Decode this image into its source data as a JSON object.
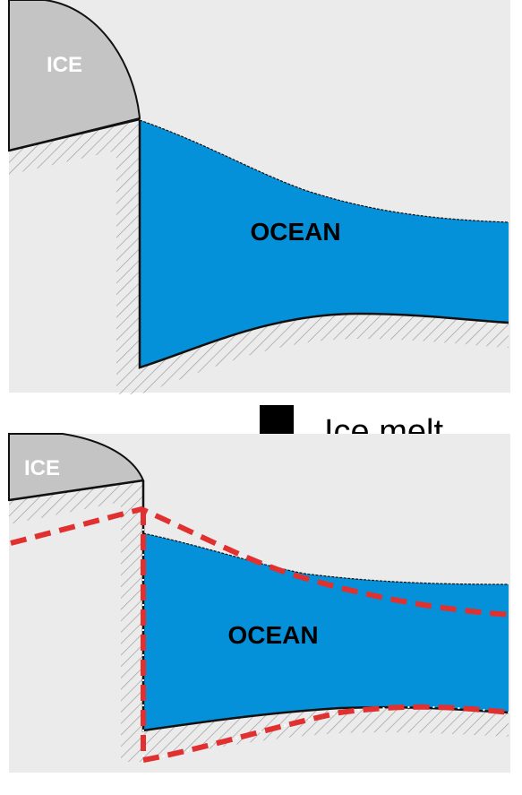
{
  "panels": {
    "before": {
      "ice_label": "ICE",
      "ocean_label": "OCEAN"
    },
    "after": {
      "ice_label": "ICE",
      "ocean_label": "OCEAN"
    }
  },
  "transition": {
    "label": "Ice melt"
  },
  "colors": {
    "background": "#ebebeb",
    "ice": "#c4c4c4",
    "ocean": "#0591da",
    "outline": "#111111",
    "bedrock_hatch": "#9a9a9a",
    "arrow": "#000000",
    "uplift_dashed": "#e03030"
  }
}
